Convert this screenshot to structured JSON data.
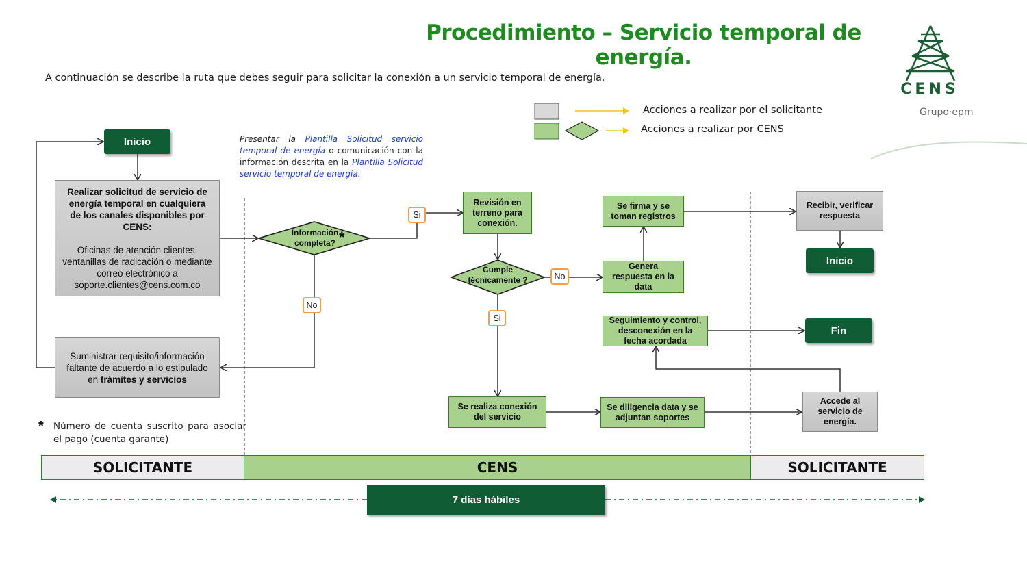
{
  "title": "Procedimiento – Servicio temporal de energía.",
  "subtitle": "A continuación se describe la ruta que debes seguir para solicitar la conexión a un servicio temporal de energía.",
  "logo": {
    "name": "CENS",
    "group": "Grupo·epm"
  },
  "legend": {
    "solicitante": "Acciones a realizar por el solicitante",
    "cens": "Acciones a realizar por CENS"
  },
  "note": {
    "p1": "Presentar la",
    "link1": "Plantilla Solicitud servicio temporal de energía",
    "p2": "o comunicación con la información descrita en la",
    "link2": "Plantilla Solicitud servicio temporal de energía."
  },
  "nodes": {
    "inicio_left": "Inicio",
    "solicitud_title": "Realizar solicitud de servicio de energía temporal en cualquiera de los canales disponibles por CENS:",
    "solicitud_body": "Oficinas de atención clientes, ventanillas de radicación o mediante correo electrónico a soporte.clientes@cens.com.co",
    "suministrar_a": "Suministrar requisito/información faltante de acuerdo a lo estipulado en",
    "suministrar_b": "trámites y servicios",
    "info_completa": "Información completa?",
    "asterisk": "*",
    "revision": "Revisión en terreno para conexión.",
    "cumple": "Cumple técnicamente ?",
    "genera": "Genera respuesta en la data",
    "firma": "Se firma y se toman registros",
    "recibir": "Recibir, verificar respuesta",
    "inicio_right": "Inicio",
    "seguimiento": "Seguimiento y control, desconexión en la fecha acordada",
    "fin": "Fin",
    "conexion": "Se realiza conexión del servicio",
    "diligencia": "Se diligencia data y se adjuntan soportes",
    "accede": "Accede al servicio de energía."
  },
  "tags": {
    "si1": "Si",
    "no1": "No",
    "no2": "No",
    "si2": "Si"
  },
  "footnote": {
    "star": "*",
    "text": "Número de cuenta suscrito para asociar el pago (cuenta garante)"
  },
  "lanes": {
    "left": "SOLICITANTE",
    "middle": "CENS",
    "right": "SOLICITANTE"
  },
  "duration": "7 días hábiles",
  "colors": {
    "green_title": "#1f8a1f",
    "dark_green": "#0f5c35",
    "light_green": "#a9d18e",
    "gray": "#d0d0d0",
    "arrow_yellow": "#f5c518",
    "tag_orange": "#f0a04a"
  }
}
